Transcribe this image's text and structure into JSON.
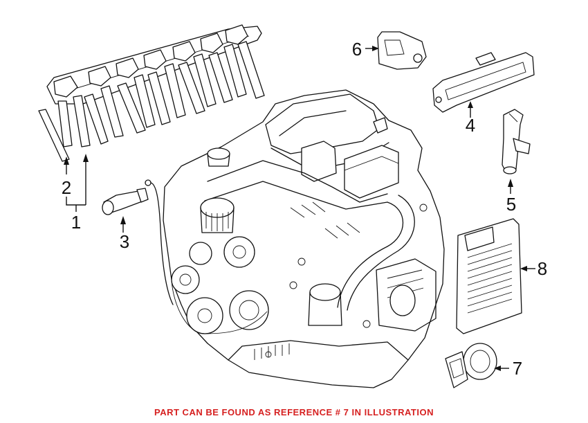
{
  "callouts": [
    "1",
    "2",
    "3",
    "4",
    "5",
    "6",
    "7",
    "8"
  ],
  "caption": "PART CAN BE FOUND AS REFERENCE # 7 IN ILLUSTRATION",
  "colors": {
    "caption": "#d62020",
    "lines": "#111111",
    "background": "#ffffff"
  }
}
